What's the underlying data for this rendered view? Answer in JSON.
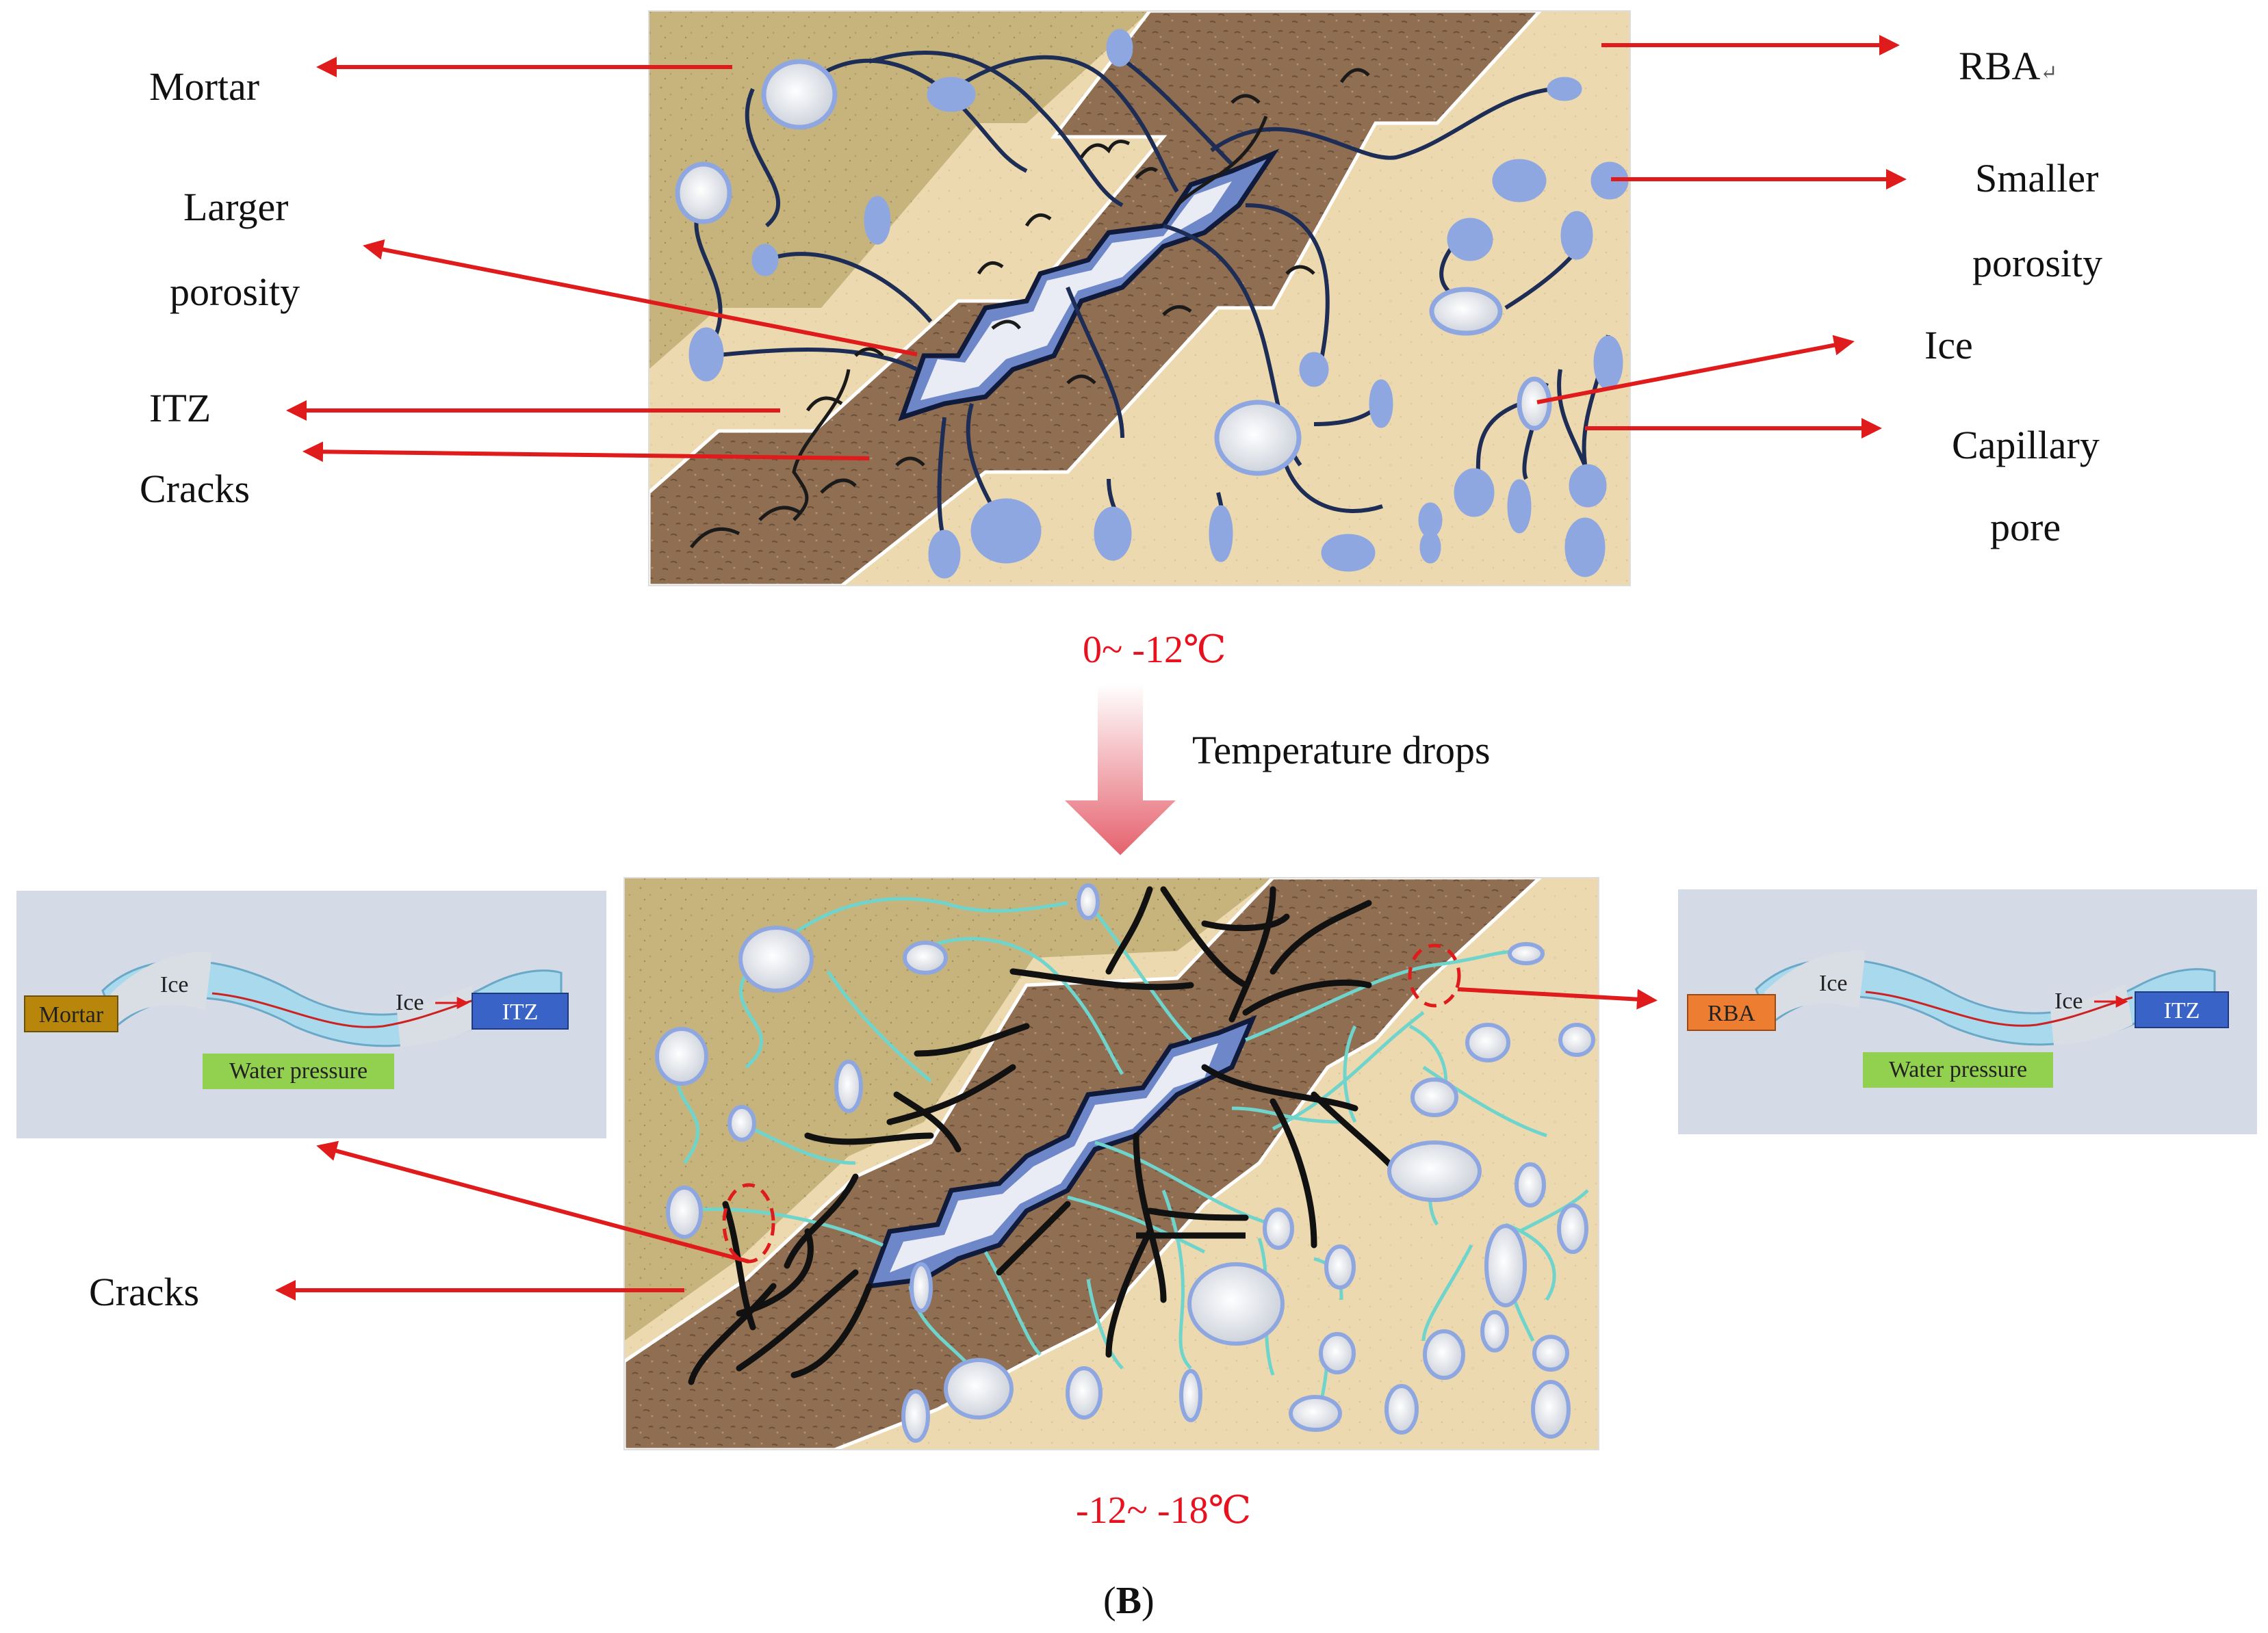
{
  "labels": {
    "mortar": "Mortar",
    "larger_line1": "Larger",
    "larger_line2": "porosity",
    "itz": "ITZ",
    "cracks_top": "Cracks",
    "rba": "RBA",
    "rba_mark": "↵",
    "smaller_line1": "Smaller",
    "smaller_line2": "porosity",
    "ice": "Ice",
    "capillary_line1": "Capillary",
    "capillary_line2": "pore",
    "cracks_bottom": "Cracks"
  },
  "temperature": {
    "range_top": "0~ -12℃",
    "drops": "Temperature drops",
    "range_bottom": "-12~ -18℃"
  },
  "inset_left": {
    "ice1": "Ice",
    "ice2": "Ice",
    "left_box": "Mortar",
    "right_box": "ITZ",
    "pressure": "Water pressure"
  },
  "inset_right": {
    "ice1": "Ice",
    "ice2": "Ice",
    "left_box": "RBA",
    "right_box": "ITZ",
    "pressure": "Water pressure"
  },
  "caption": {
    "open": "(",
    "letter": "B",
    "close": ")"
  },
  "colors": {
    "mortar": "#c8b57f",
    "itz": "#8f6e52",
    "rba": "#ecd9b0",
    "pore": "#8fa7e0",
    "water_line_top": "#1d2d55",
    "water_line_bottom": "#6fd4cc",
    "arrow": "#e01b1b",
    "inset_bg": "#d4dbe6",
    "mortar_box": "#b8860b",
    "rba_box": "#ed7d31",
    "itz_box": "#3a63c8",
    "pressure_box": "#92d050"
  }
}
